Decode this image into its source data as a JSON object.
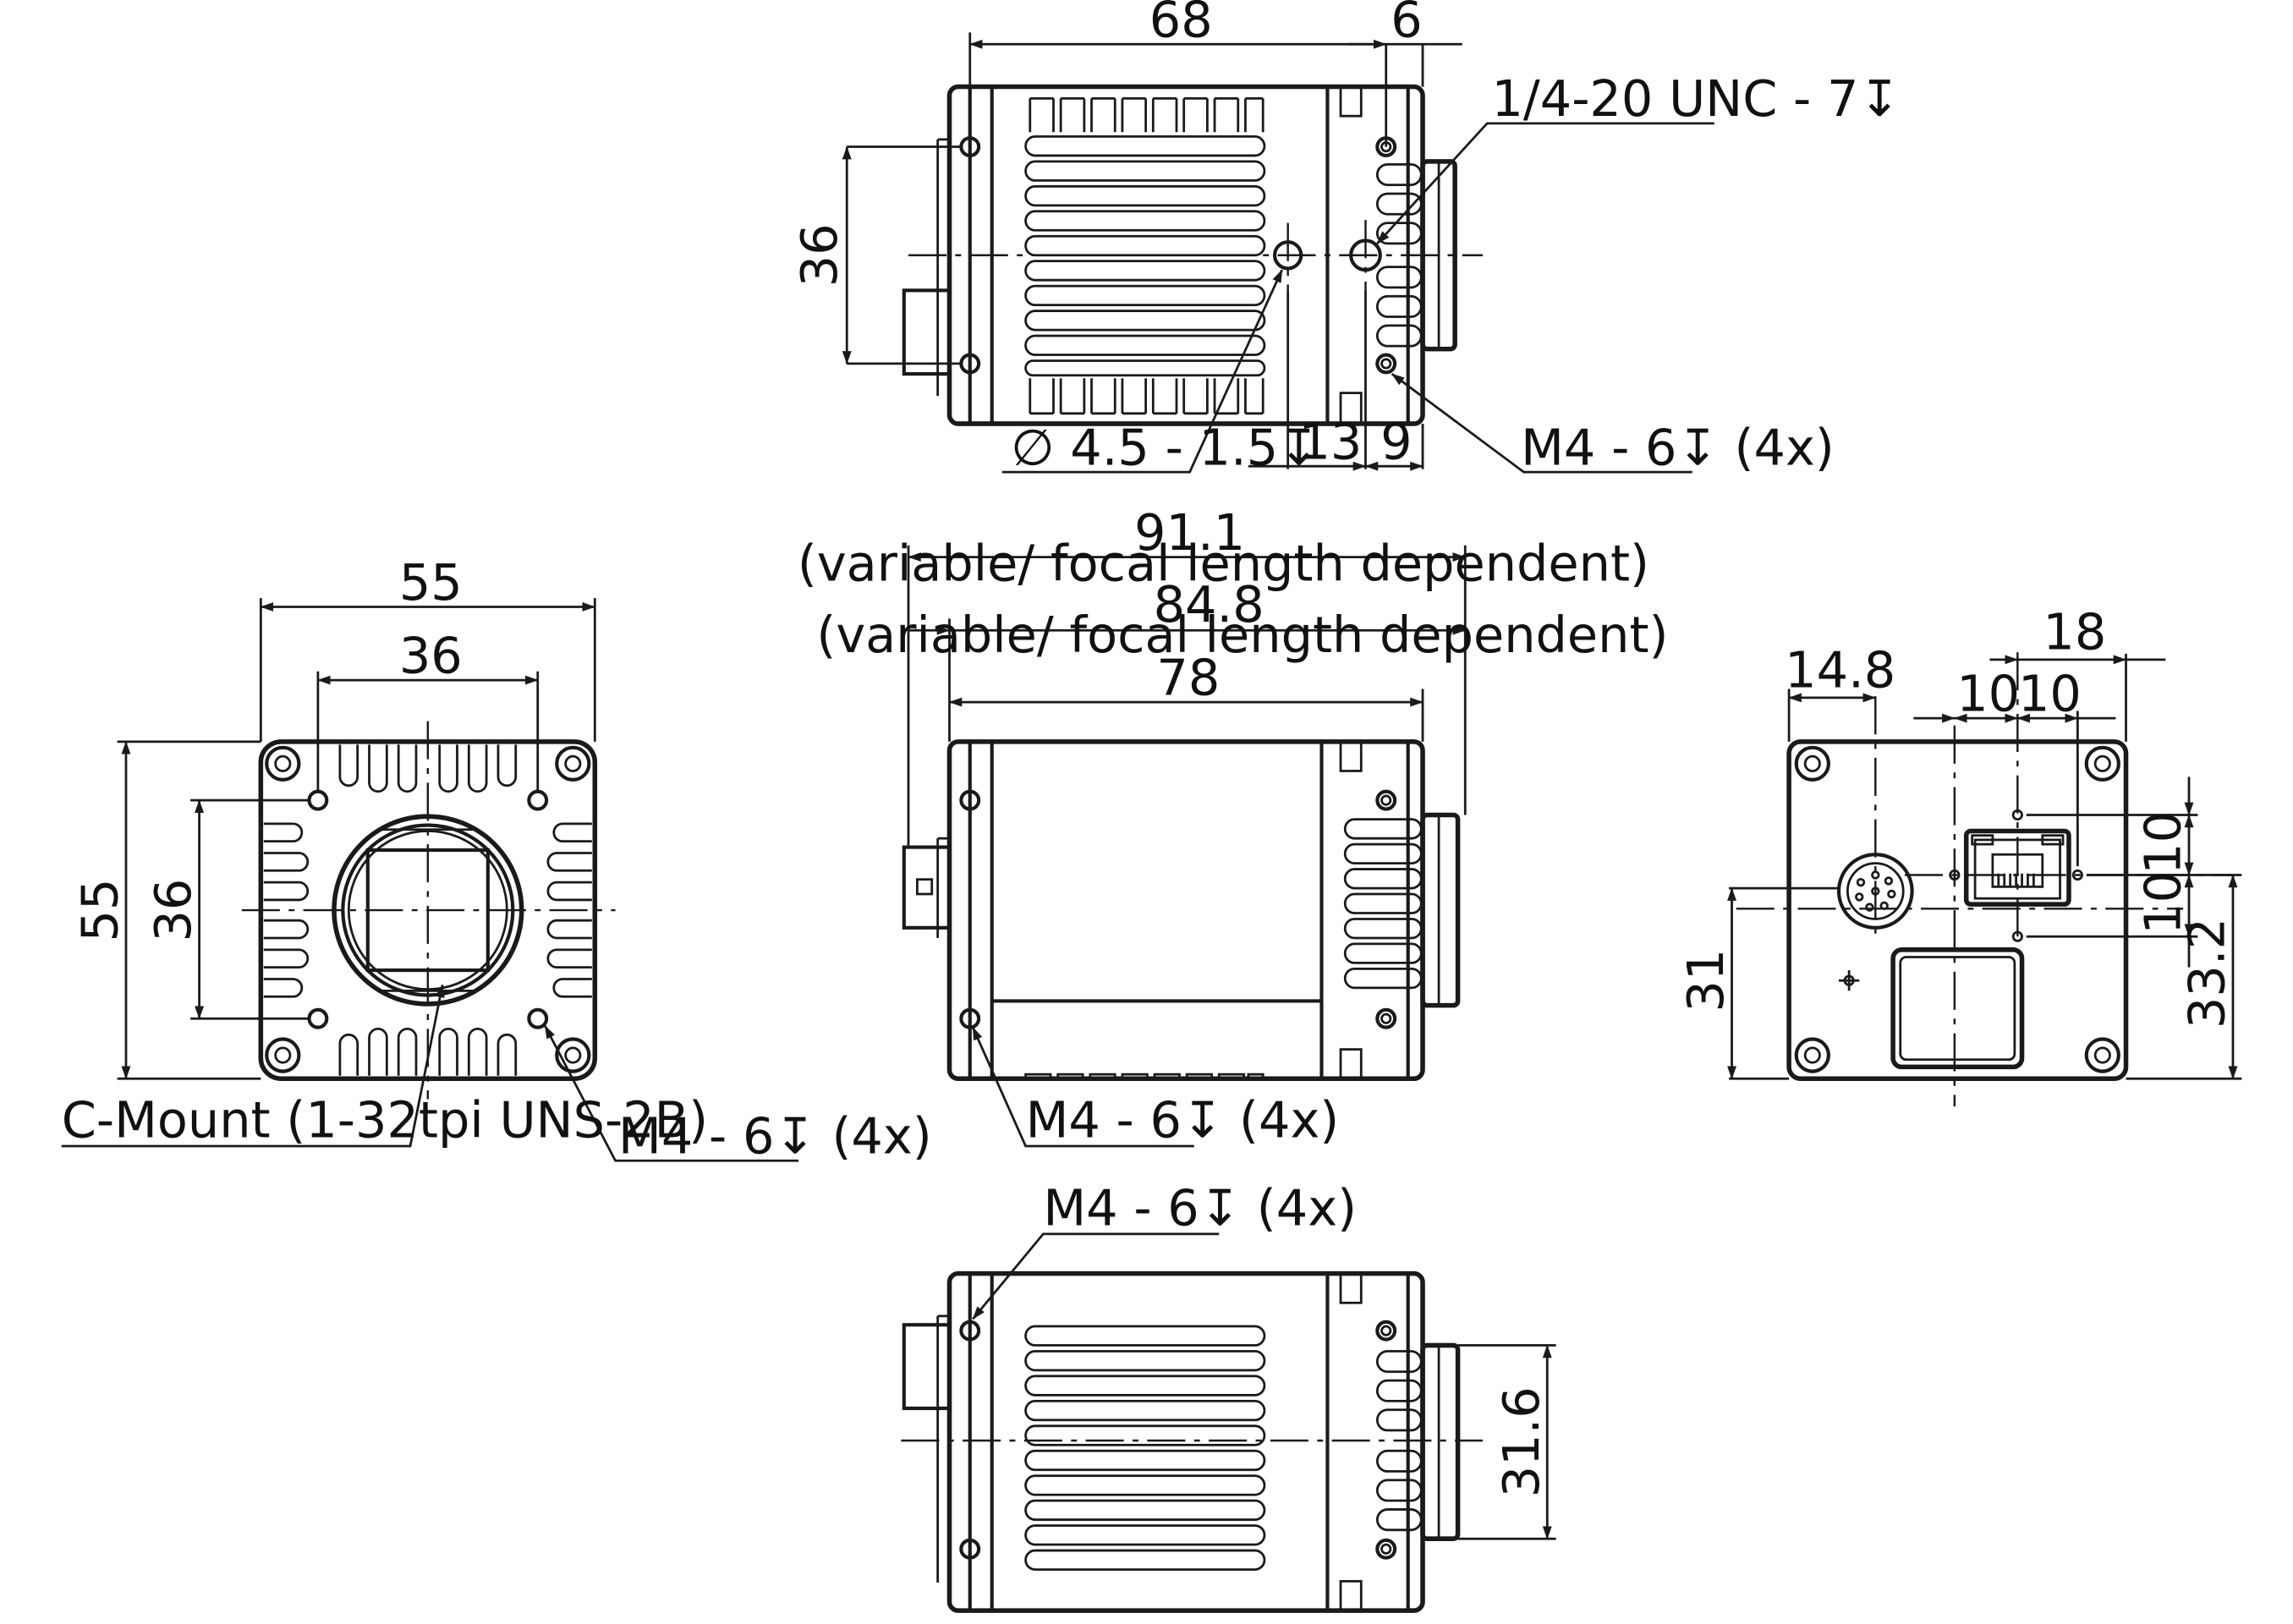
{
  "top_view": {
    "dim_length": "68",
    "dim_front": "6",
    "dim_hole_pitch": "36",
    "dim_pos1": "13",
    "dim_pos2": "9",
    "label_tripod": "1/4-20 UNC - 7↧",
    "label_pin_hole": "∅ 4.5 - 1.5↧",
    "label_mount_holes": "M4 - 6↧ (4x)"
  },
  "front_view": {
    "dim_width": "55",
    "dim_hole_spacing_h": "36",
    "dim_height": "55",
    "dim_hole_spacing_v": "36",
    "label_mount": "C-Mount (1-32tpi UNS-2B)",
    "label_mount_holes": "M4 - 6↧ (4x)"
  },
  "side_view": {
    "dim_overall_1": "91.1",
    "dim_overall_1_note": "(variable/ focal length dependent)",
    "dim_overall_2": "84.8",
    "dim_overall_2_note": "(variable/ focal length dependent)",
    "dim_body": "78",
    "label_mount_holes": "M4 - 6↧ (4x)"
  },
  "rear_view": {
    "dim_connector_x": "14.8",
    "dim_rj45_x": "18",
    "dim_rj45_left": "10",
    "dim_rj45_right": "10",
    "dim_rj45_up": "10",
    "dim_rj45_down": "10",
    "dim_connector_y": "31",
    "dim_rj45_y": "33.2"
  },
  "bottom_view": {
    "label_mount_holes": "M4 - 6↧ (4x)",
    "dim_lens_mount": "31.6"
  }
}
